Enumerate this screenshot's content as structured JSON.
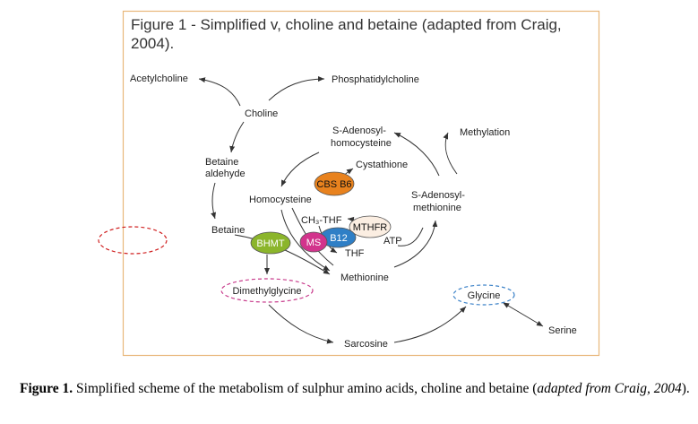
{
  "figure": {
    "title_line1": "Figure 1 - Simplified v, choline and betaine (adapted from Craig,",
    "title_line2": "2004).",
    "nodes": {
      "acetylcholine": "Acetylcholine",
      "phosphatidylcholine": "Phosphatidylcholine",
      "choline": "Choline",
      "betaine_aldehyde_1": "Betaine",
      "betaine_aldehyde_2": "aldehyde",
      "betaine": "Betaine",
      "homocysteine": "Homocysteine",
      "sah_1": "S-Adenosyl-",
      "sah_2": "homocysteine",
      "cystathione": "Cystathione",
      "methylation": "Methylation",
      "sam_1": "S-Adenosyl-",
      "sam_2": "methionine",
      "ch3thf": "CH₃-THF",
      "thf": "THF",
      "atp": "ATP",
      "methionine": "Methionine",
      "dimethylglycine": "Dimethylglycine",
      "glycine": "Glycine",
      "serine": "Serine",
      "sarcosine": "Sarcosine"
    },
    "enzymes": {
      "cbs": "CBS B6",
      "bhmt": "BHMT",
      "ms": "MS",
      "b12": "B12",
      "mthfr": "MTHFR"
    },
    "colors": {
      "border": "#e8b77a",
      "cbs": "#e8821e",
      "bhmt": "#8bb52b",
      "ms": "#d2348c",
      "b12": "#2f7fc6",
      "mthfr": "#fbeee2",
      "dimethylglycine_ring": "#c83c8c",
      "glycine_ring": "#3c82c8",
      "red_ring": "#d02020"
    }
  },
  "caption": {
    "label": "Figure 1.",
    "text": " Simplified scheme of the metabolism of sulphur amino acids, choline and betaine (",
    "source": "adapted from Craig, 2004",
    "end": ")."
  }
}
